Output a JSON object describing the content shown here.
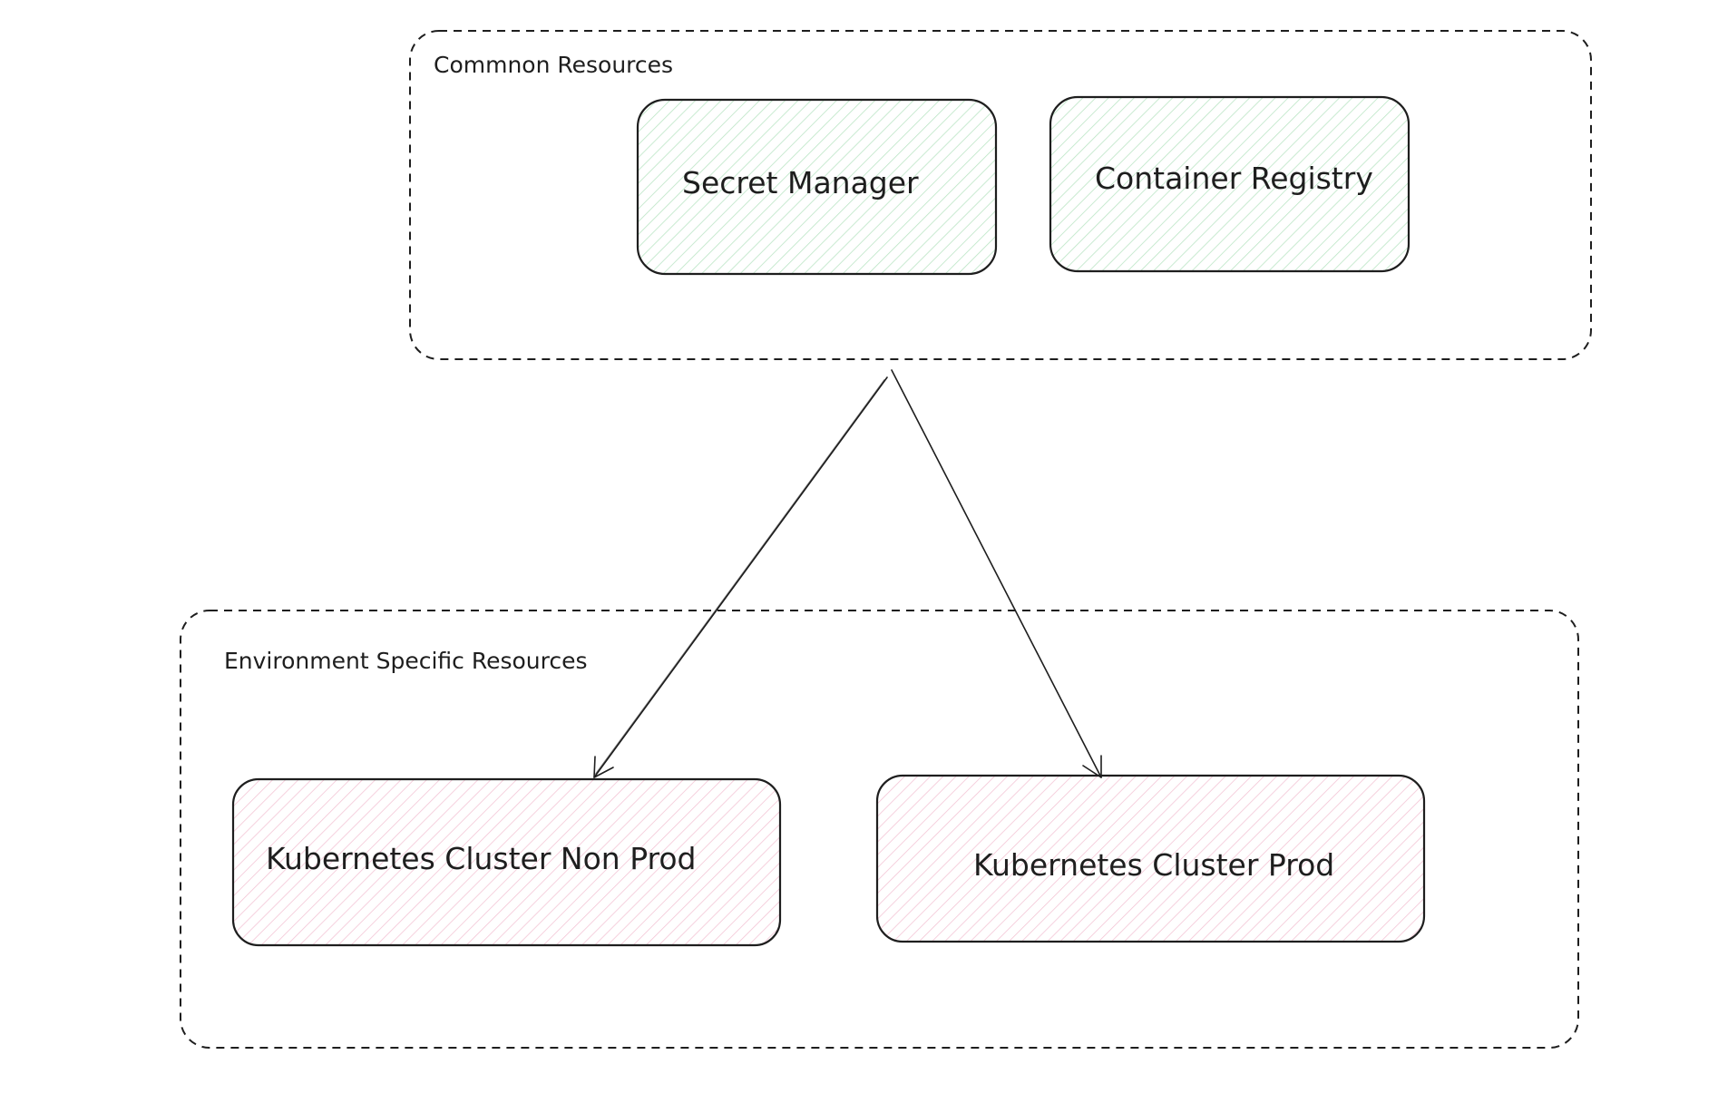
{
  "groups": {
    "common": {
      "label": "Commnon Resources"
    },
    "environment": {
      "label": "Environment Specific Resources"
    }
  },
  "nodes": {
    "secret_manager": {
      "label": "Secret Manager",
      "fill_color": "#e6f7ea"
    },
    "container_registry": {
      "label": "Container Registry",
      "fill_color": "#e6f7ea"
    },
    "k8s_non_prod": {
      "label": "Kubernetes Cluster Non Prod",
      "fill_color": "#fbe6ee"
    },
    "k8s_prod": {
      "label": "Kubernetes Cluster Prod",
      "fill_color": "#fbe6ee"
    }
  },
  "edges": [
    {
      "from": "common",
      "to": "k8s_non_prod"
    },
    {
      "from": "common",
      "to": "k8s_prod"
    }
  ],
  "colors": {
    "stroke": "#1e1e1e",
    "background": "#ffffff",
    "common_fill": "#e6f7ea",
    "environment_fill": "#fbe6ee"
  }
}
